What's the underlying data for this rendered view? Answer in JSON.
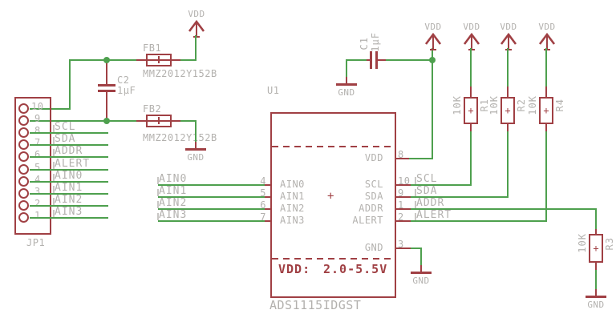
{
  "colors": {
    "sym": "#a04044",
    "net": "#4ea04e",
    "txt": "#b3b1ae",
    "bg": "#ffffff"
  },
  "power": {
    "vdd": "VDD",
    "gnd": "GND"
  },
  "connector": {
    "designator": "JP1",
    "pin_numbers": [
      "10",
      "9",
      "8",
      "7",
      "6",
      "5",
      "4",
      "3",
      "2",
      "1"
    ],
    "net_labels": [
      "SCL",
      "SDA",
      "ADDR",
      "ALERT",
      "AIN0",
      "AIN1",
      "AIN2",
      "AIN3"
    ]
  },
  "ferrite_bead_fb1": {
    "designator": "FB1",
    "value": "MMZ2012Y152B"
  },
  "ferrite_bead_fb2": {
    "designator": "FB2",
    "value": "MMZ2012Y152B"
  },
  "capacitor_c1": {
    "designator": "C1",
    "value": "1µF"
  },
  "capacitor_c2": {
    "designator": "C2",
    "value": "1µF"
  },
  "ic_u1": {
    "designator": "U1",
    "part_number": "ADS1115IDGST",
    "supply_note_label": "VDD:",
    "supply_note_value": "2.0-5.5V",
    "left_pins": [
      {
        "number": "4",
        "name": "AIN0"
      },
      {
        "number": "5",
        "name": "AIN1"
      },
      {
        "number": "6",
        "name": "AIN2"
      },
      {
        "number": "7",
        "name": "AIN3"
      }
    ],
    "right_pins": [
      {
        "number": "8",
        "name": "VDD"
      },
      {
        "number": "10",
        "name": "SCL"
      },
      {
        "number": "9",
        "name": "SDA"
      },
      {
        "number": "1",
        "name": "ADDR"
      },
      {
        "number": "2",
        "name": "ALERT"
      },
      {
        "number": "3",
        "name": "GND"
      }
    ]
  },
  "net_labels_mid": [
    "AIN0",
    "AIN1",
    "AIN2",
    "AIN3"
  ],
  "net_labels_right": [
    "SCL",
    "SDA",
    "ADDR",
    "ALERT"
  ],
  "resistors": {
    "r1": {
      "designator": "R1",
      "value": "10K"
    },
    "r2": {
      "designator": "R2",
      "value": "10K"
    },
    "r3": {
      "designator": "R3",
      "value": "10K"
    },
    "r4": {
      "designator": "R4",
      "value": "10K"
    }
  },
  "symbols": {
    "origin_cross": "+"
  }
}
